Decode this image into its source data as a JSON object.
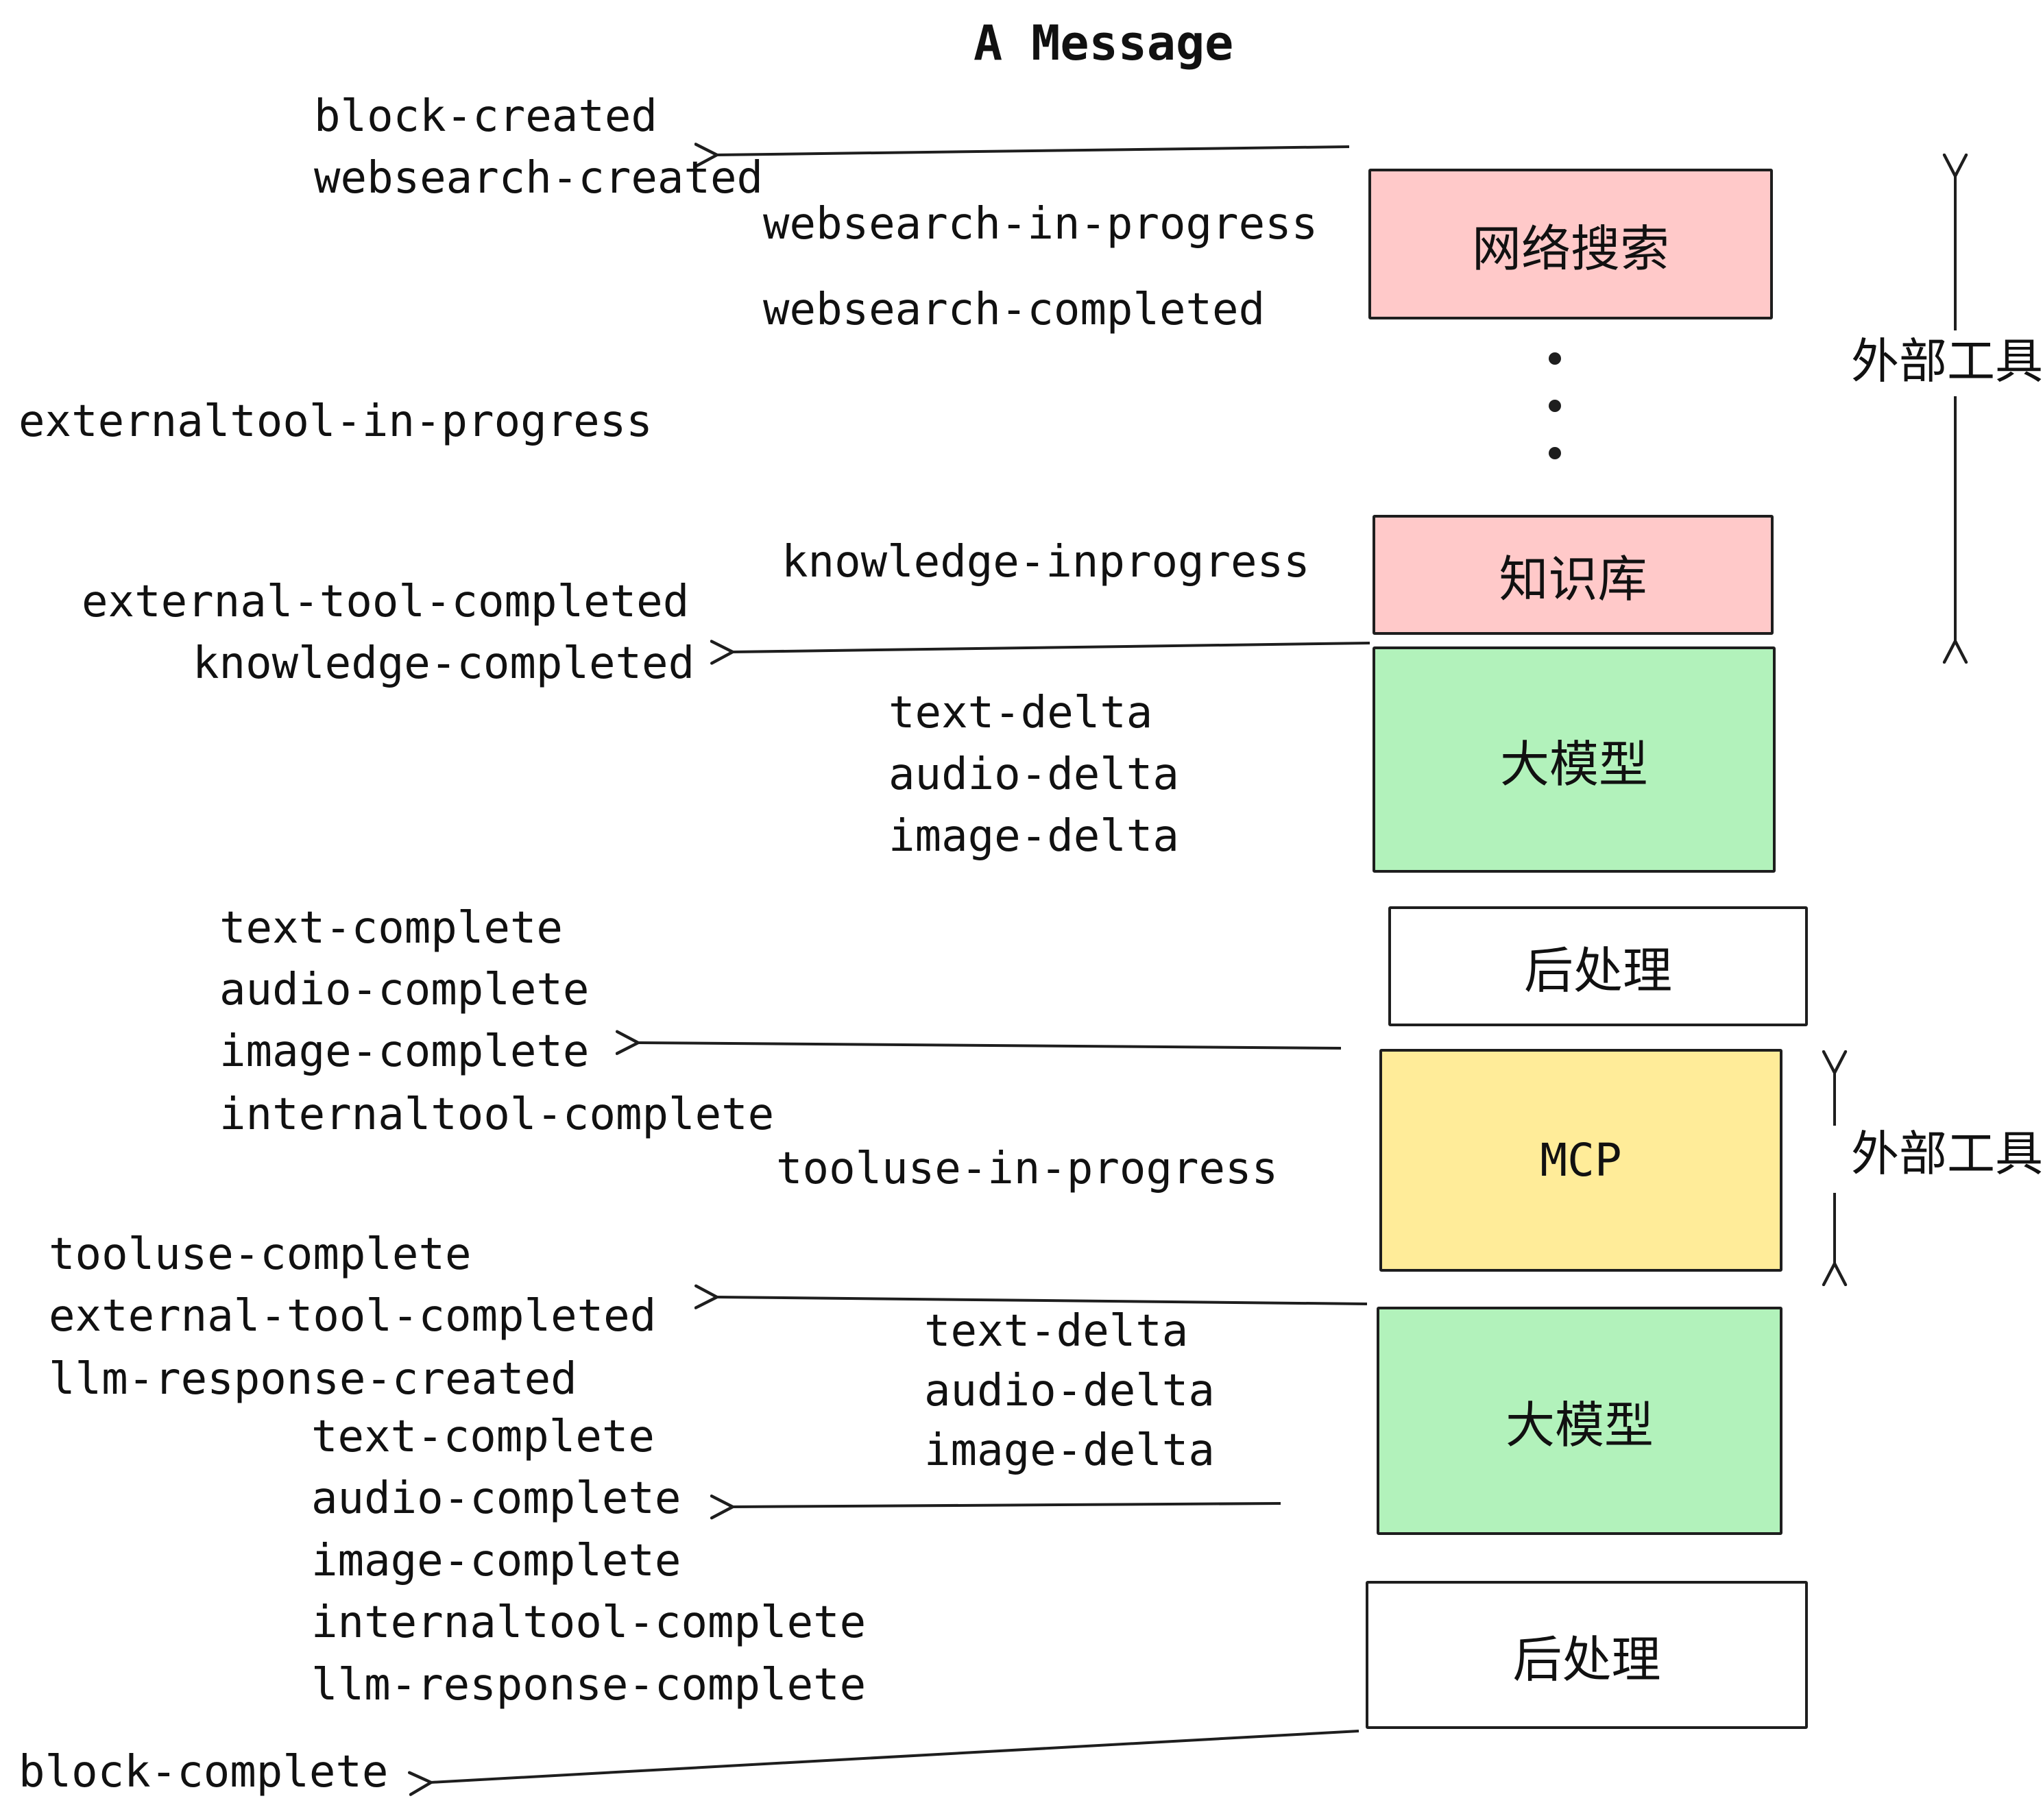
{
  "title": "A Message",
  "labels": {
    "block_created": "block-created",
    "websearch_created": "websearch-created",
    "websearch_in_progress": "websearch-in-progress",
    "websearch_completed": "websearch-completed",
    "externaltool_in_progress": "externaltool-in-progress",
    "knowledge_inprogress": "knowledge-inprogress",
    "external_tool_completed": "external-tool-completed",
    "knowledge_completed": "knowledge-completed",
    "text_delta": "text-delta",
    "audio_delta": "audio-delta",
    "image_delta": "image-delta",
    "text_complete": "text-complete",
    "audio_complete": "audio-complete",
    "image_complete": "image-complete",
    "internaltool_complete": "internaltool-complete",
    "tooluse_in_progress": "tooluse-in-progress",
    "tooluse_complete": "tooluse-complete",
    "llm_response_created": "llm-response-created",
    "llm_response_complete": "llm-response-complete",
    "block_complete": "block-complete"
  },
  "nodes": {
    "web_search": "网络搜索",
    "knowledge_base": "知识库",
    "llm": "大模型",
    "post_process": "后处理",
    "mcp": "MCP"
  },
  "side_labels": {
    "external_tools": "外部工具"
  },
  "colors": {
    "node_pink": "#ffc9c9",
    "node_green": "#b2f2bb",
    "node_yellow": "#ffec99",
    "node_white": "#ffffff",
    "stroke": "#1e1e1e",
    "background": "#ffffff"
  }
}
